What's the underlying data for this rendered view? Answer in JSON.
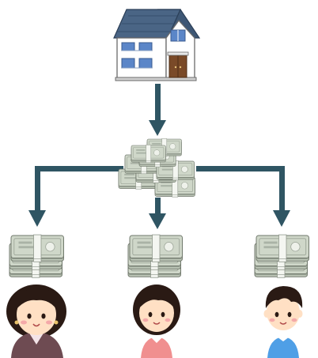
{
  "diagram": {
    "kind": "inheritance-division",
    "source": {
      "icon": "house-icon"
    },
    "pool": {
      "icon": "money-pile-icon"
    },
    "heirs": [
      {
        "id": "mother",
        "money_icon": "money-stack-icon",
        "person_icon": "woman-icon"
      },
      {
        "id": "daughter",
        "money_icon": "money-stack-icon",
        "person_icon": "girl-icon"
      },
      {
        "id": "son",
        "money_icon": "money-stack-icon",
        "person_icon": "boy-icon"
      }
    ]
  },
  "colors": {
    "arrow": "#2f5563",
    "roof": "#3e5775",
    "wall": "#ffffff",
    "outline": "#6b6b6b",
    "window": "#5b86c8",
    "door": "#7a4a28",
    "money": "#cfd7c9",
    "money_band": "#eef1ea",
    "hair": "#2a1a14",
    "skin": "#ffe0c4",
    "blush": "#f4a9a9",
    "mother_top": "#6e4b52",
    "girl_top": "#f08f8f",
    "boy_top": "#4f9fe6"
  }
}
